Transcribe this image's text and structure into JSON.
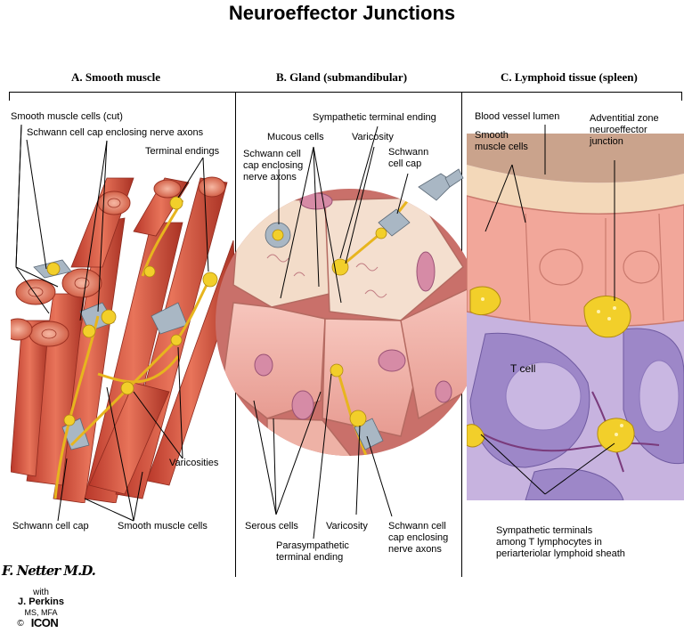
{
  "title": "Neuroeffector Junctions",
  "panels": {
    "a": {
      "heading": "A. Smooth muscle",
      "labels": {
        "cells_cut": "Smooth muscle cells (cut)",
        "schwann_axons": "Schwann cell cap enclosing nerve axons",
        "terminal_endings": "Terminal endings",
        "varicosities": "Varicosities",
        "schwann_cap": "Schwann cell cap",
        "smooth_cells": "Smooth muscle cells"
      }
    },
    "b": {
      "heading": "B. Gland (submandibular)",
      "labels": {
        "sympathetic_ending": "Sympathetic terminal ending",
        "mucous_cells": "Mucous cells",
        "varicosity_top": "Varicosity",
        "schwann_axons_1": "Schwann cell",
        "schwann_axons_2": "cap enclosing",
        "schwann_axons_3": "nerve axons",
        "schwann_cap_1": "Schwann",
        "schwann_cap_2": "cell cap",
        "serous_cells": "Serous cells",
        "varicosity_bottom": "Varicosity",
        "parasym_1": "Parasympathetic",
        "parasym_2": "terminal ending",
        "schwann_bottom_1": "Schwann cell",
        "schwann_bottom_2": "cap enclosing",
        "schwann_bottom_3": "nerve axons"
      }
    },
    "c": {
      "heading": "C. Lymphoid tissue (spleen)",
      "labels": {
        "vessel_lumen": "Blood vessel lumen",
        "smooth_1": "Smooth",
        "smooth_2": "muscle cells",
        "adventitial_1": "Adventitial zone",
        "adventitial_2": "neuroeffector",
        "adventitial_3": "junction",
        "tcell": "T cell",
        "symp_1": "Sympathetic terminals",
        "symp_2": "among T lymphocytes in",
        "symp_3": "periarteriolar lymphoid sheath"
      }
    }
  },
  "signature": {
    "name": "F. Netter M.D.",
    "with": "with",
    "coauthor": "J. Perkins",
    "credentials": "MS, MFA",
    "copyright": "©",
    "publisher": "ICON"
  },
  "colors": {
    "muscle": "#d9593f",
    "muscle_light": "#f0a08a",
    "nerve": "#f2cf2a",
    "schwann": "#a9b7c4",
    "gland_pink": "#f2bfb6",
    "lymph_purple": "#b8a3d6"
  }
}
